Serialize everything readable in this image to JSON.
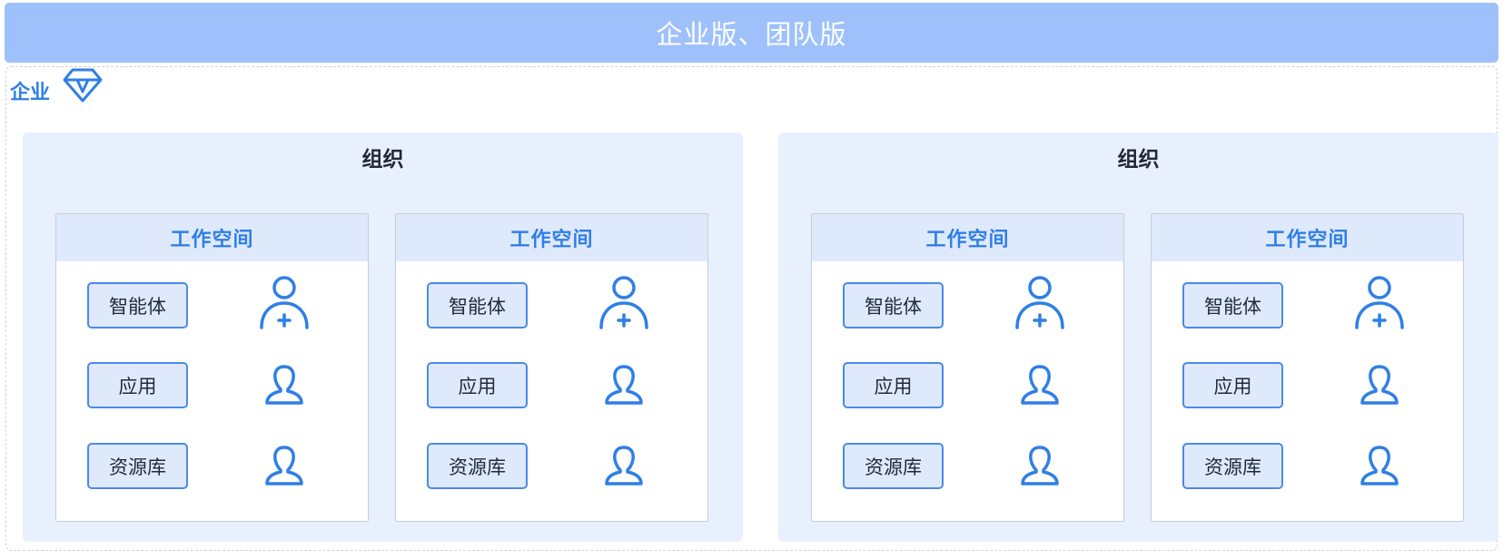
{
  "header": {
    "title": "企业版、团队版"
  },
  "enterprise": {
    "label": "企业",
    "icon": "diamond-icon"
  },
  "organizations": [
    {
      "title": "组织",
      "workspaces": [
        {
          "title": "工作空间",
          "items": [
            "智能体",
            "应用",
            "资源库"
          ]
        },
        {
          "title": "工作空间",
          "items": [
            "智能体",
            "应用",
            "资源库"
          ]
        }
      ]
    },
    {
      "title": "组织",
      "workspaces": [
        {
          "title": "工作空间",
          "items": [
            "智能体",
            "应用",
            "资源库"
          ]
        },
        {
          "title": "工作空间",
          "items": [
            "智能体",
            "应用",
            "资源库"
          ]
        }
      ]
    }
  ],
  "icons": {
    "add_user": "add-user-icon",
    "user": "user-icon"
  },
  "colors": {
    "accent": "#2f7fe6",
    "header_bg": "#9ec1fb",
    "org_bg": "#e8f0fd",
    "ws_head_bg": "#dfe9fc"
  }
}
